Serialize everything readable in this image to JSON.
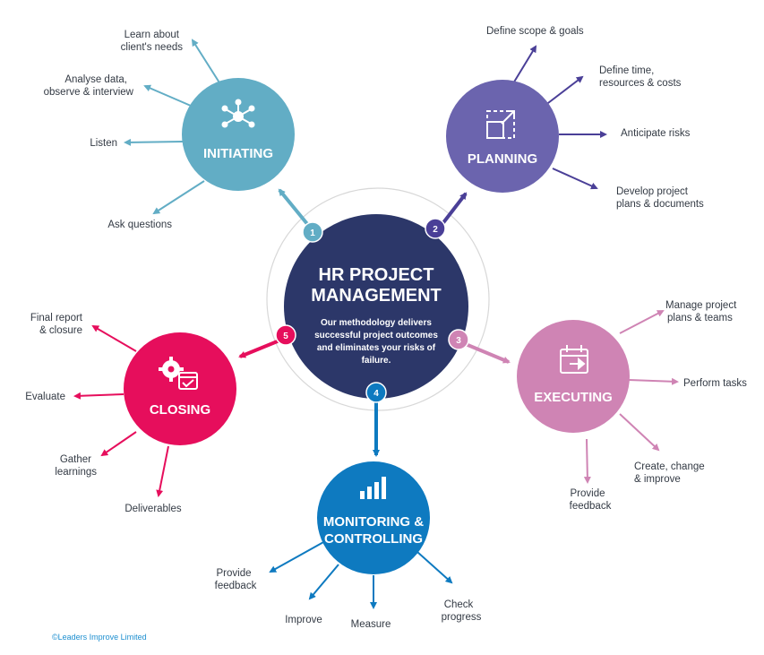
{
  "center": {
    "title_line1": "HR PROJECT",
    "title_line2": "MANAGEMENT",
    "desc_line1": "Our methodology delivers",
    "desc_line2": "successful project outcomes",
    "desc_line3": "and eliminates your risks of",
    "desc_line4": "failure."
  },
  "colors": {
    "initiating": "#62adc5",
    "planning": "#6b64ae",
    "planning_dark": "#4a3f97",
    "executing": "#cf84b4",
    "monitoring": "#0e7ac0",
    "closing": "#e60e5c",
    "center": "#2c3769"
  },
  "phases": {
    "initiating": {
      "number": "1",
      "title": "INITIATING",
      "icon": "network-nodes-icon",
      "items": {
        "learn_l1": "Learn about",
        "learn_l2": "client's needs",
        "analyse_l1": "Analyse data,",
        "analyse_l2": "observe & interview",
        "listen": "Listen",
        "ask": "Ask questions"
      }
    },
    "planning": {
      "number": "2",
      "title": "PLANNING",
      "icon": "expand-square-icon",
      "items": {
        "scope": "Define scope & goals",
        "time_l1": "Define time,",
        "time_l2": "resources & costs",
        "risks": "Anticipate risks",
        "plans_l1": "Develop project",
        "plans_l2": "plans & documents"
      }
    },
    "executing": {
      "number": "3",
      "title": "EXECUTING",
      "icon": "calendar-arrow-icon",
      "items": {
        "manage_l1": "Manage project",
        "manage_l2": "plans & teams",
        "perform": "Perform tasks",
        "create_l1": "Create, change",
        "create_l2": "& improve",
        "feedback_l1": "Provide",
        "feedback_l2": "feedback"
      }
    },
    "monitoring": {
      "number": "4",
      "title_l1": "MONITORING &",
      "title_l2": "CONTROLLING",
      "icon": "bar-chart-icon",
      "items": {
        "feedback_l1": "Provide",
        "feedback_l2": "feedback",
        "improve": "Improve",
        "measure": "Measure",
        "check_l1": "Check",
        "check_l2": "progress"
      }
    },
    "closing": {
      "number": "5",
      "title": "CLOSING",
      "icon": "gear-calendar-icon",
      "items": {
        "report_l1": "Final report",
        "report_l2": "& closure",
        "evaluate": "Evaluate",
        "gather_l1": "Gather",
        "gather_l2": "learnings",
        "deliverables": "Deliverables"
      }
    }
  },
  "footer": {
    "copyright": "©Leaders Improve Limited"
  }
}
